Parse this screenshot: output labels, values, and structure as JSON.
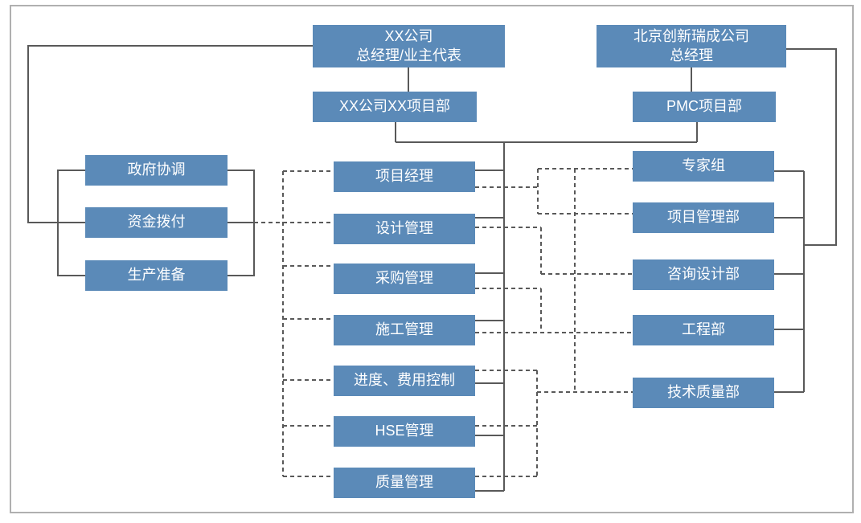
{
  "diagram": {
    "type": "org-chart",
    "colors": {
      "node_fill": "#5b8ab8",
      "node_text": "#ffffff",
      "line": "#595959",
      "frame_border": "#b0b0b0"
    },
    "nodes": {
      "owner_gm": "XX公司\n总经理/业主代表",
      "owner_project_dept": "XX公司XX项目部",
      "pmc_gm": "北京创新瑞成公司\n总经理",
      "pmc_dept": "PMC项目部",
      "gov_coordination": "政府协调",
      "fund_allocation": "资金拨付",
      "production_prep": "生产准备",
      "project_manager": "项目经理",
      "design_mgmt": "设计管理",
      "procurement_mgmt": "采购管理",
      "construction_mgmt": "施工管理",
      "schedule_cost_control": "进度、费用控制",
      "hse_mgmt": "HSE管理",
      "quality_mgmt": "质量管理",
      "expert_group": "专家组",
      "project_mgmt_dept": "项目管理部",
      "consulting_design_dept": "咨询设计部",
      "engineering_dept": "工程部",
      "tech_quality_dept": "技术质量部"
    },
    "edges": [
      {
        "from": "owner_gm",
        "to": "owner_project_dept",
        "style": "solid"
      },
      {
        "from": "pmc_gm",
        "to": "pmc_dept",
        "style": "solid"
      },
      {
        "from": "owner_project_dept",
        "to": "pmc_dept",
        "style": "solid"
      },
      {
        "from": "owner_gm",
        "to": "fund_allocation",
        "style": "solid"
      },
      {
        "from": "gov_coordination",
        "to": "fund_allocation",
        "style": "solid"
      },
      {
        "from": "fund_allocation",
        "to": "production_prep",
        "style": "solid"
      },
      {
        "from": "owner_project_dept",
        "to": "project_manager",
        "style": "solid"
      },
      {
        "from": "owner_project_dept",
        "to": "design_mgmt",
        "style": "solid"
      },
      {
        "from": "owner_project_dept",
        "to": "procurement_mgmt",
        "style": "solid"
      },
      {
        "from": "owner_project_dept",
        "to": "construction_mgmt",
        "style": "solid"
      },
      {
        "from": "owner_project_dept",
        "to": "schedule_cost_control",
        "style": "solid"
      },
      {
        "from": "owner_project_dept",
        "to": "hse_mgmt",
        "style": "solid"
      },
      {
        "from": "owner_project_dept",
        "to": "quality_mgmt",
        "style": "solid"
      },
      {
        "from": "pmc_gm",
        "to": "expert_group",
        "style": "solid"
      },
      {
        "from": "pmc_gm",
        "to": "project_mgmt_dept",
        "style": "solid"
      },
      {
        "from": "pmc_gm",
        "to": "consulting_design_dept",
        "style": "solid"
      },
      {
        "from": "pmc_gm",
        "to": "engineering_dept",
        "style": "solid"
      },
      {
        "from": "pmc_gm",
        "to": "tech_quality_dept",
        "style": "solid"
      },
      {
        "from": "fund_allocation",
        "to": "design_mgmt",
        "style": "dashed"
      },
      {
        "from": "project_manager",
        "to": "expert_group",
        "style": "dashed"
      },
      {
        "from": "project_manager",
        "to": "project_mgmt_dept",
        "style": "dashed"
      },
      {
        "from": "design_mgmt",
        "to": "consulting_design_dept",
        "style": "dashed"
      },
      {
        "from": "procurement_mgmt",
        "to": "engineering_dept",
        "style": "dashed"
      },
      {
        "from": "construction_mgmt",
        "to": "engineering_dept",
        "style": "dashed"
      },
      {
        "from": "schedule_cost_control",
        "to": "tech_quality_dept",
        "style": "dashed"
      },
      {
        "from": "hse_mgmt",
        "to": "tech_quality_dept",
        "style": "dashed"
      },
      {
        "from": "quality_mgmt",
        "to": "tech_quality_dept",
        "style": "dashed"
      }
    ]
  }
}
